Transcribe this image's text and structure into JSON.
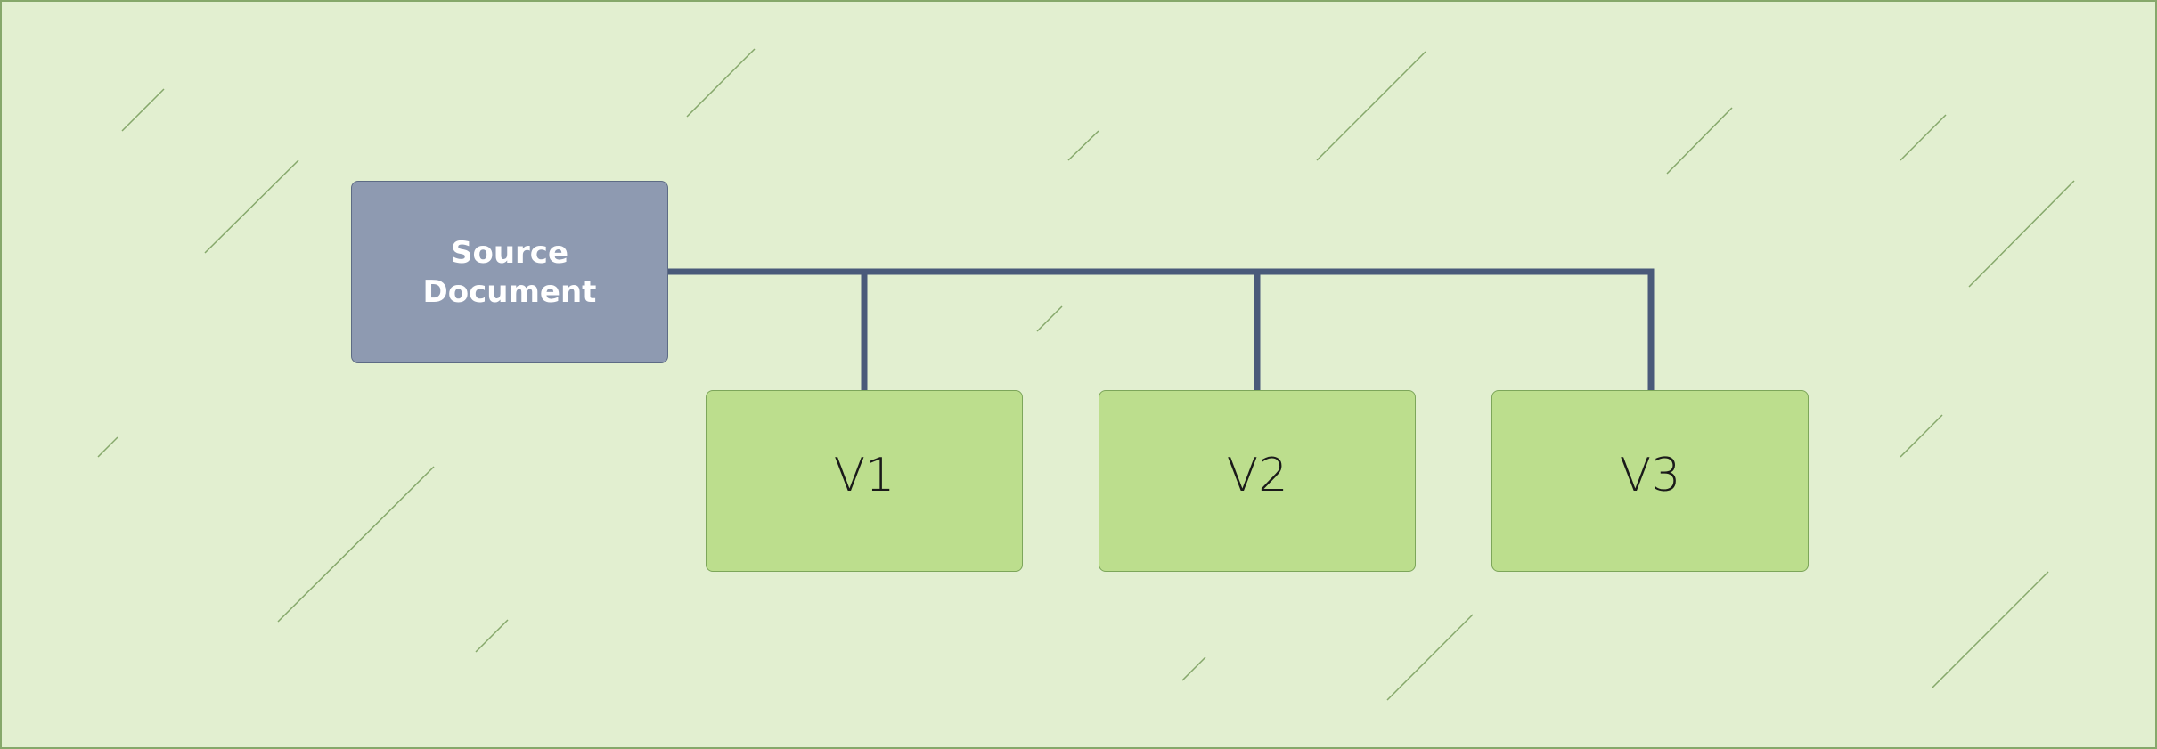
{
  "diagram": {
    "source": {
      "label": "Source\nDocument"
    },
    "versions": [
      {
        "label": "V1"
      },
      {
        "label": "V2"
      },
      {
        "label": "V3"
      }
    ]
  },
  "colors": {
    "background": "#e2efd0",
    "source_fill": "#8e9ab1",
    "version_fill": "#bcde8d",
    "connector": "#4a5a7a",
    "decoration": "#86a86b"
  }
}
